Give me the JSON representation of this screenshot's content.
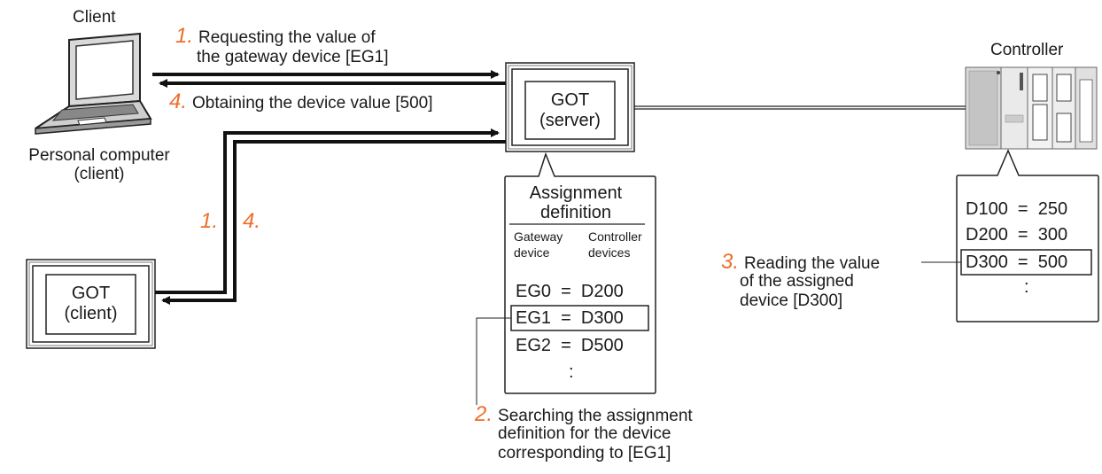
{
  "client_label": "Client",
  "pc_label_line1": "Personal computer",
  "pc_label_line2": "(client)",
  "controller_label": "Controller",
  "got_server": {
    "line1": "GOT",
    "line2": "(server)"
  },
  "got_client": {
    "line1": "GOT",
    "line2": "(client)"
  },
  "steps": {
    "s1": {
      "num": "1.",
      "line1": "Requesting the value of",
      "line2": "the gateway device [EG1]"
    },
    "s2": {
      "num": "2.",
      "line1": "Searching the assignment",
      "line2": "definition for the device",
      "line3": "corresponding to [EG1]"
    },
    "s3": {
      "num": "3.",
      "line1": "Reading the value",
      "line2": "of the assigned",
      "line3": "device [D300]"
    },
    "s4": {
      "num": "4.",
      "line1": "Obtaining the device value [500]"
    },
    "vert_1": "1.",
    "vert_4": "4."
  },
  "assignment": {
    "title_line1": "Assignment",
    "title_line2": "definition",
    "col1_line1": "Gateway",
    "col1_line2": "device",
    "col2_line1": "Controller",
    "col2_line2": "devices",
    "rows": [
      "EG0  =  D200",
      "EG1  =  D300",
      "EG2  =  D500"
    ],
    "ellipsis": ":"
  },
  "controller_devices": {
    "rows": [
      "D100  =  250",
      "D200  =  300",
      "D300  =  500"
    ],
    "ellipsis": ":"
  },
  "colors": {
    "step_number": "#ee6d2b",
    "line": "#111111"
  }
}
